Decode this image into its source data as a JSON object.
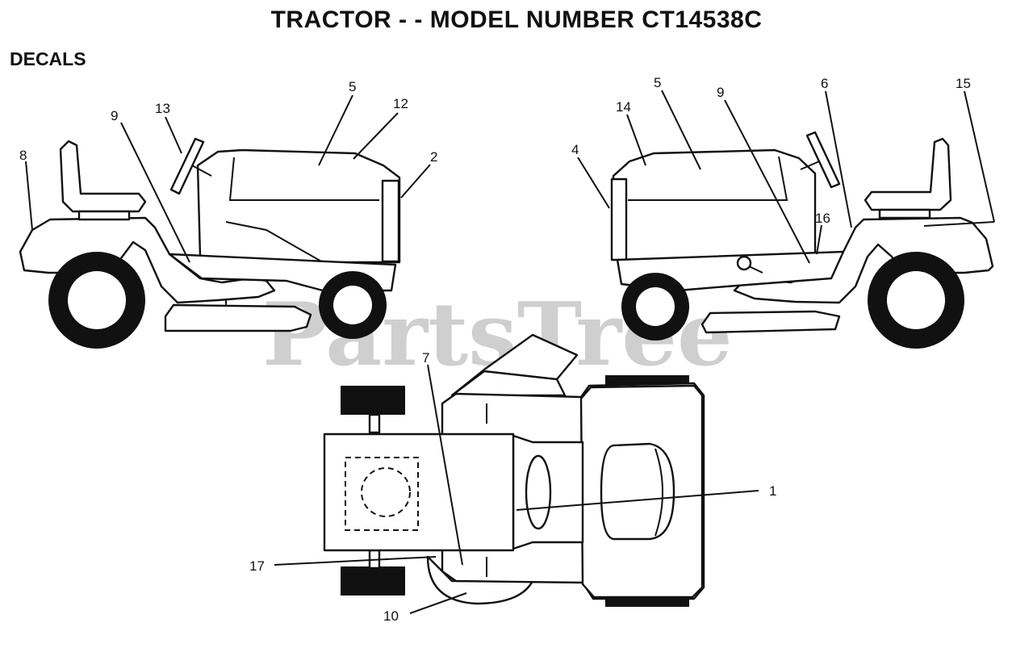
{
  "title": "TRACTOR - - MODEL NUMBER CT14538C",
  "section": "DECALS",
  "watermark": "PartsTree",
  "callouts": {
    "left": [
      "8",
      "9",
      "13",
      "5",
      "12",
      "2"
    ],
    "right": [
      "4",
      "14",
      "5",
      "9",
      "6",
      "15",
      "16"
    ],
    "top": [
      "7",
      "1",
      "17",
      "10"
    ]
  },
  "colors": {
    "ink": "#111111",
    "watermark": "#cfcfcf",
    "background": "#ffffff"
  }
}
